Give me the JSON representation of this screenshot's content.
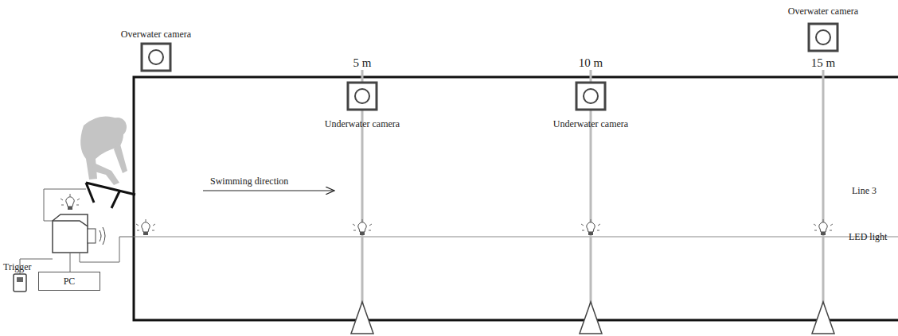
{
  "diagram": {
    "nodes": [
      {
        "text": [
          "PC"
        ]
      }
    ],
    "labels": [
      "Overwater camera",
      "Overwater camera",
      "5 m",
      "10 m",
      "15 m",
      "Underwater camera",
      "Underwater camera",
      "Swimming direction",
      "Line 3",
      "LED light",
      "Trigger"
    ]
  }
}
